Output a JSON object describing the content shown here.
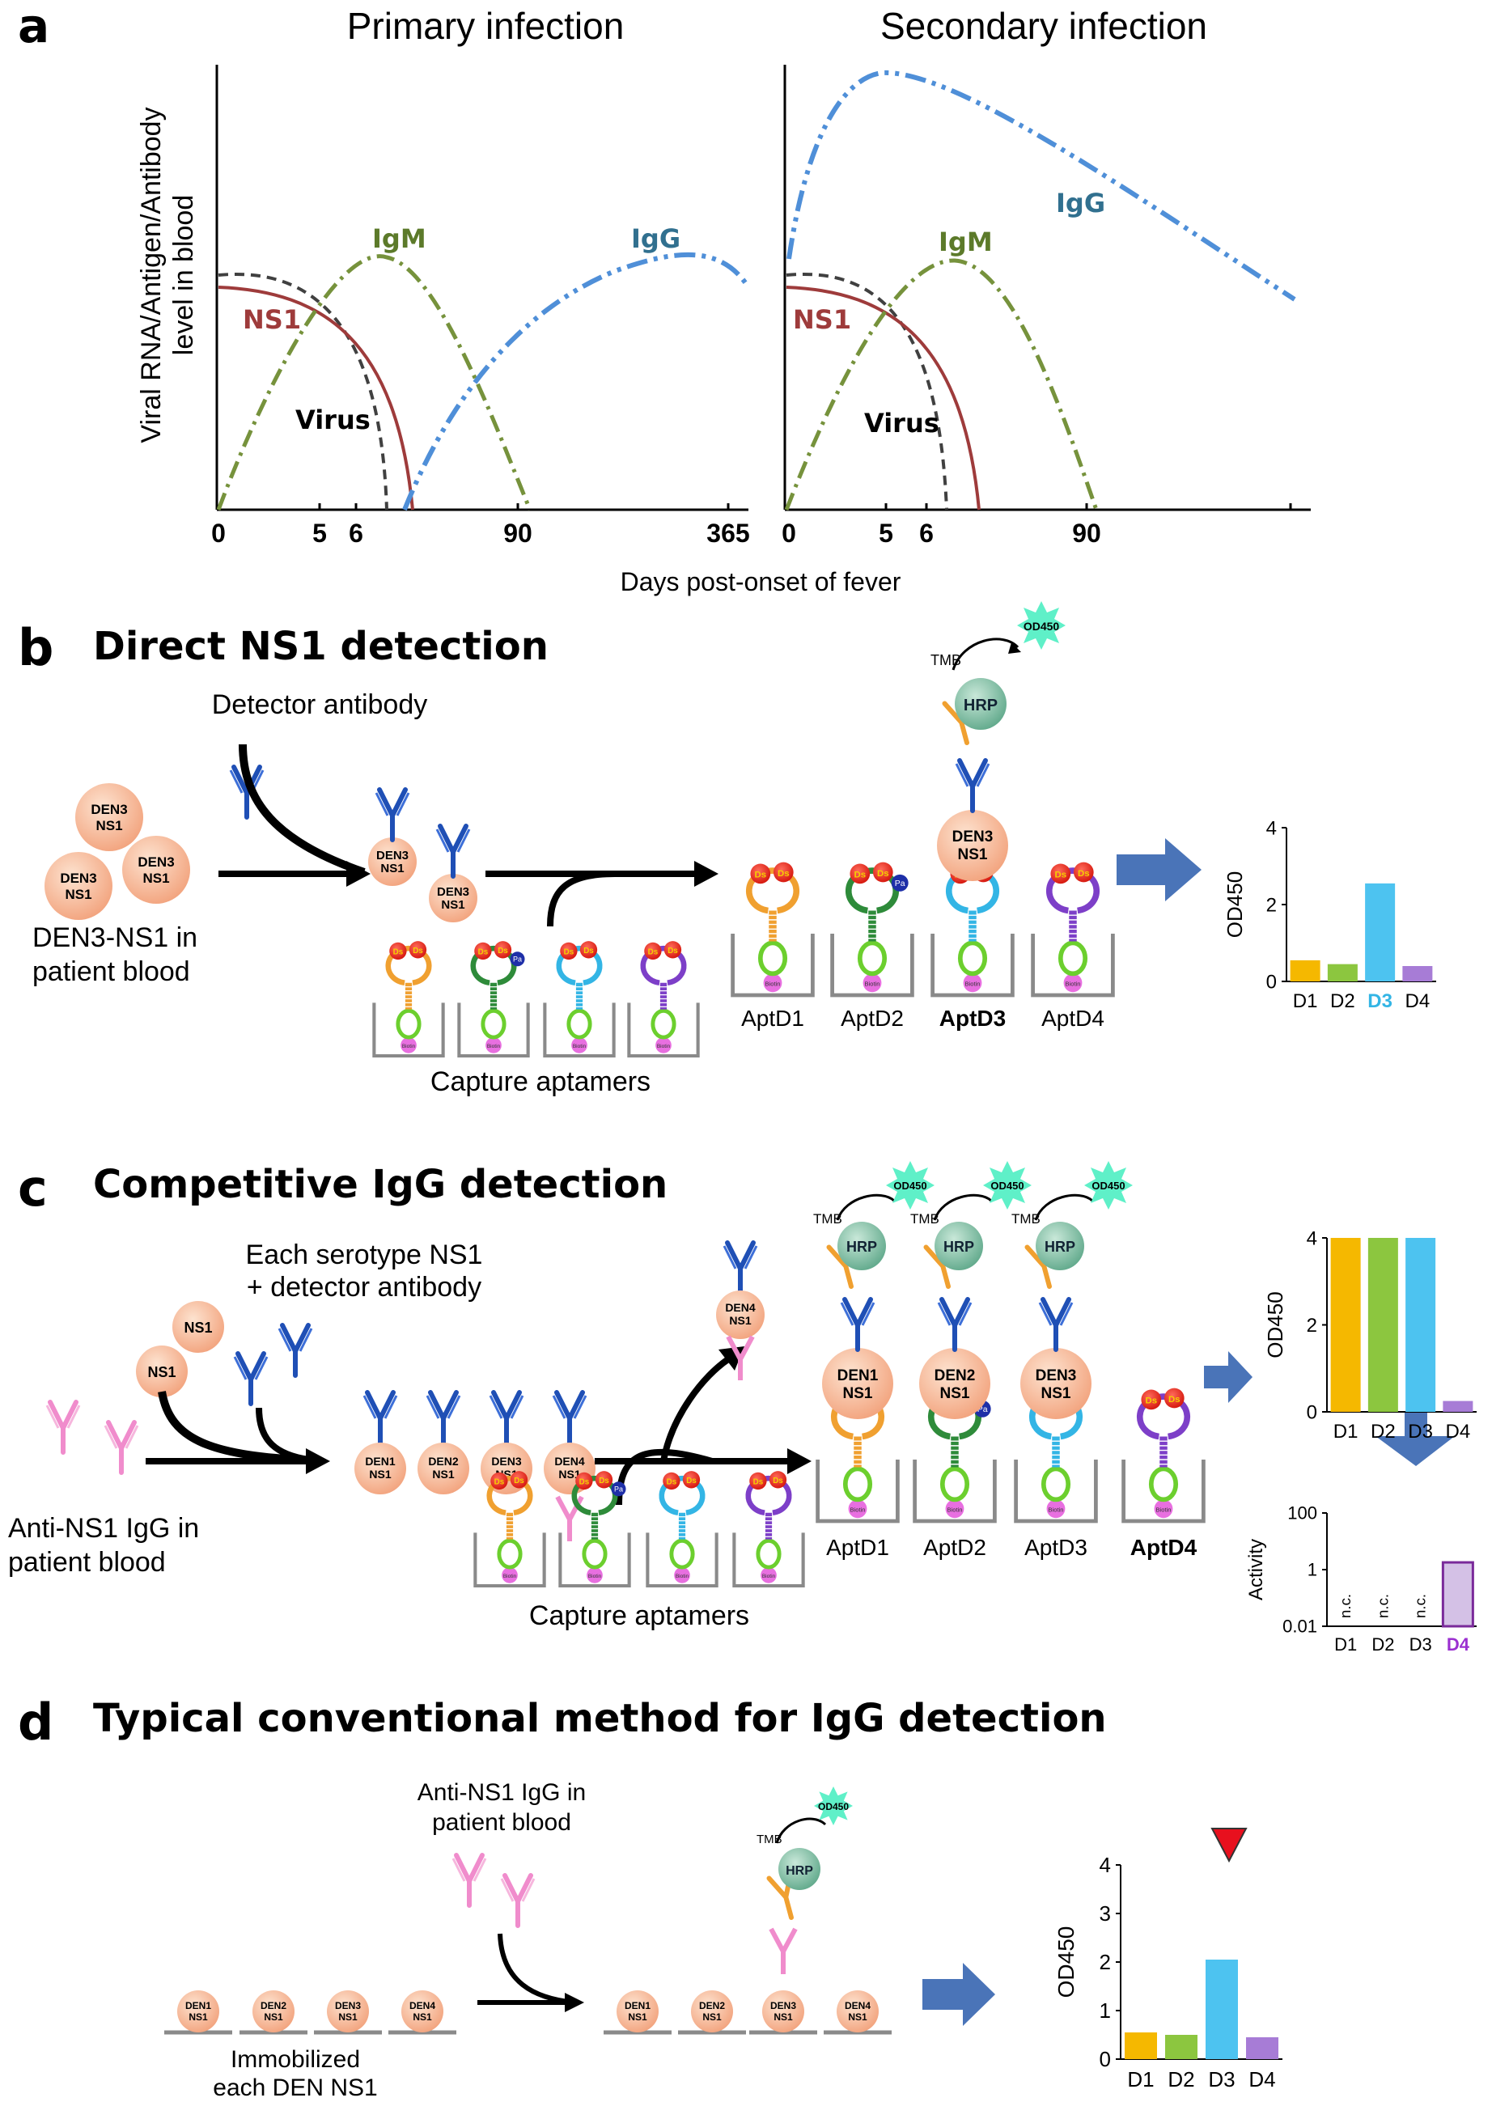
{
  "panels": {
    "a": {
      "label": "a",
      "primary_title": "Primary infection",
      "secondary_title": "Secondary infection",
      "ylabel_lines": [
        "Viral RNA/Antigen/Antibody",
        "level in blood"
      ],
      "xlabel": "Days post-onset of fever",
      "primary_ticks": [
        "0",
        "5",
        "6",
        "90",
        "365"
      ],
      "secondary_ticks": [
        "0",
        "5",
        "6",
        "90"
      ],
      "curve_labels": {
        "ns1": "NS1",
        "virus": "Virus",
        "igm": "IgM",
        "igg": "IgG"
      },
      "colors": {
        "ns1": "#9e3b3b",
        "virus": "#404040",
        "igm": "#76923c",
        "igg": "#4f8fd8",
        "igg_label": "#31708f"
      }
    },
    "b": {
      "label": "b",
      "title": "Direct NS1 detection",
      "detector_label": "Detector antibody",
      "blood_label_lines": [
        "DEN3-NS1 in",
        "patient blood"
      ],
      "ns1_text": [
        "DEN3",
        "NS1"
      ],
      "capture_label": "Capture aptamers",
      "aptamer_names": [
        "AptD1",
        "AptD2",
        "AptD3",
        "AptD4"
      ],
      "tmb": "TMB",
      "hrp": "HRP",
      "od": "OD450",
      "ds": "Ds",
      "pa": "Pa",
      "biotin": "Biotin"
    },
    "c": {
      "label": "c",
      "title": "Competitive IgG detection",
      "mix_label_lines": [
        "Each serotype NS1",
        "+ detector antibody"
      ],
      "ns1_small": "NS1",
      "blood_label_lines": [
        "Anti-NS1 IgG in",
        "patient blood"
      ],
      "complex_labels": [
        "DEN1\nNS1",
        "DEN2\nNS1",
        "DEN3\nNS1",
        "DEN4\nNS1"
      ],
      "capture_label": "Capture aptamers",
      "aptamer_names": [
        "AptD1",
        "AptD2",
        "AptD3",
        "AptD4"
      ]
    },
    "d": {
      "label": "d",
      "title": "Typical conventional method for IgG detection",
      "blood_label_lines": [
        "Anti-NS1 IgG in",
        "patient blood"
      ],
      "immobilized_lines": [
        "Immobilized",
        "each DEN NS1"
      ],
      "ns1_labels": [
        "DEN1",
        "DEN2",
        "DEN3",
        "DEN4"
      ]
    }
  },
  "chart_data": [
    {
      "type": "bar",
      "panel": "b",
      "categories": [
        "D1",
        "D2",
        "D3",
        "D4"
      ],
      "values": [
        0.55,
        0.45,
        2.55,
        0.4
      ],
      "ylabel": "OD450",
      "ylim": [
        0,
        4
      ],
      "yticks": [
        "0",
        "2",
        "4"
      ],
      "colors": [
        "#f5b800",
        "#8cc63f",
        "#4dc3f0",
        "#a77cd6"
      ],
      "highlight": {
        "index": 2,
        "color": "#33b5e5"
      }
    },
    {
      "type": "bar",
      "panel": "c",
      "categories": [
        "D1",
        "D2",
        "D3",
        "D4"
      ],
      "values": [
        4,
        4,
        4,
        0.25
      ],
      "ylabel": "OD450",
      "ylim": [
        0,
        4
      ],
      "yticks": [
        "0",
        "2",
        "4"
      ],
      "colors": [
        "#f5b800",
        "#8cc63f",
        "#4dc3f0",
        "#a77cd6"
      ]
    },
    {
      "type": "bar",
      "panel": "c",
      "categories": [
        "D1",
        "D2",
        "D3",
        "D4"
      ],
      "values": [
        null,
        null,
        null,
        1.8
      ],
      "annotations": [
        "n.c.",
        "n.c.",
        "n.c.",
        ""
      ],
      "ylabel": "Activity",
      "scale": "log",
      "ylim": [
        0.01,
        100
      ],
      "yticks": [
        "0.01",
        "1",
        "100"
      ],
      "colors": [
        "#d4c1e6",
        "#d4c1e6",
        "#d4c1e6",
        "#d4c1e6"
      ],
      "highlight": {
        "index": 3,
        "color": "#9b30d0"
      }
    },
    {
      "type": "bar",
      "panel": "d",
      "categories": [
        "D1",
        "D2",
        "D3",
        "D4"
      ],
      "values": [
        0.55,
        0.5,
        2.05,
        0.45
      ],
      "ylabel": "OD450",
      "ylim": [
        0,
        4
      ],
      "yticks": [
        "0",
        "1",
        "2",
        "3",
        "4"
      ],
      "colors": [
        "#f5b800",
        "#8cc63f",
        "#4dc3f0",
        "#a77cd6"
      ]
    }
  ]
}
